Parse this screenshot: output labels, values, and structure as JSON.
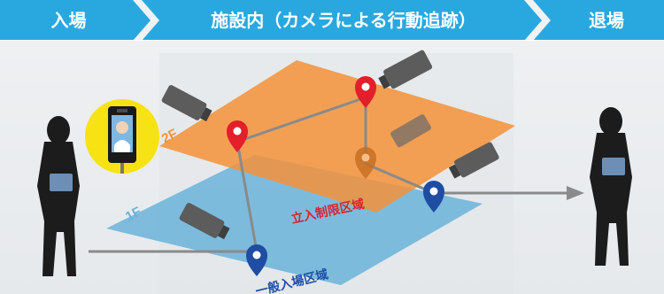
{
  "header": {
    "entry_label": "入場",
    "facility_label": "施設内（カメラによる行動追跡）",
    "exit_label": "退場"
  },
  "floors": {
    "upper_label": "2F",
    "lower_label": "1F",
    "restricted_area_label": "立入制限区域",
    "general_area_label": "一般入場区域"
  },
  "colors": {
    "header_arrow": "#29a8e0",
    "upper_floor": "#f3923a",
    "lower_floor": "#6bb3d9",
    "restricted_label": "#d9232f",
    "general_label": "#1f4ea8",
    "pin_red": "#e21f2a",
    "pin_blue": "#1e4da3",
    "pin_orange": "#c46b1f",
    "path_line": "#8a8a8a",
    "camera": "#595959",
    "badge": "#f7e214"
  },
  "icons": [
    "person-silhouette-icon",
    "face-recognition-terminal-icon",
    "security-camera-icon",
    "location-pin-icon",
    "arrow-right-icon"
  ]
}
